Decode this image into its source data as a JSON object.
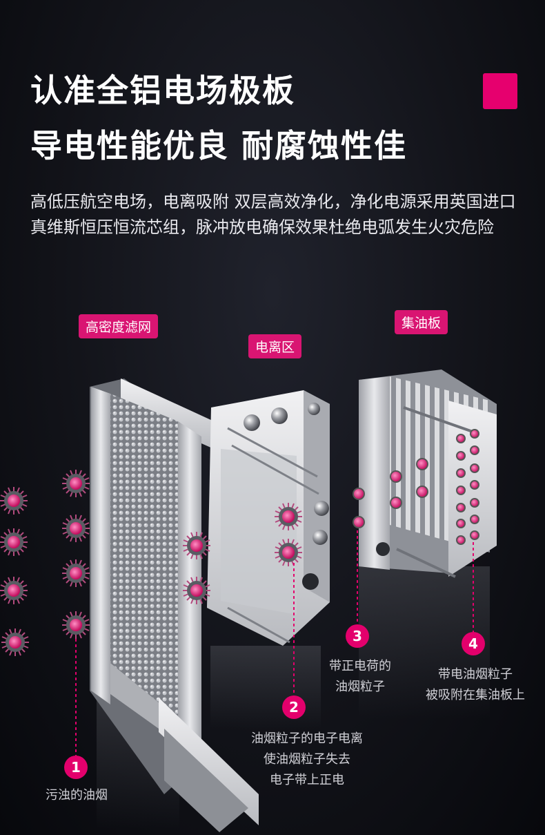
{
  "headline": {
    "line1": "认准全铝电场极板",
    "line2": "导电性能优良 耐腐蚀性佳"
  },
  "description": "高低压航空电场，电离吸附 双层高效净化，净化电源采用英国进口真维斯恒压恒流芯组，脉冲放电确保效果杜绝电弧发生火灾危险",
  "labels": {
    "filter": "高密度滤网",
    "ionization": "电离区",
    "collector": "集油板"
  },
  "steps": [
    {
      "number": "1",
      "caption_lines": [
        "污浊的油烟"
      ]
    },
    {
      "number": "2",
      "caption_lines": [
        "油烟粒子的电子电离",
        "使油烟粒子失去",
        "电子带上正电"
      ]
    },
    {
      "number": "3",
      "caption_lines": [
        "带正电荷的",
        "油烟粒子"
      ]
    },
    {
      "number": "4",
      "caption_lines": [
        "带电油烟粒子",
        "被吸附在集油板上"
      ]
    }
  ],
  "colors": {
    "accent": "#e3006c",
    "tag": "#d91572",
    "background": "#121319"
  }
}
